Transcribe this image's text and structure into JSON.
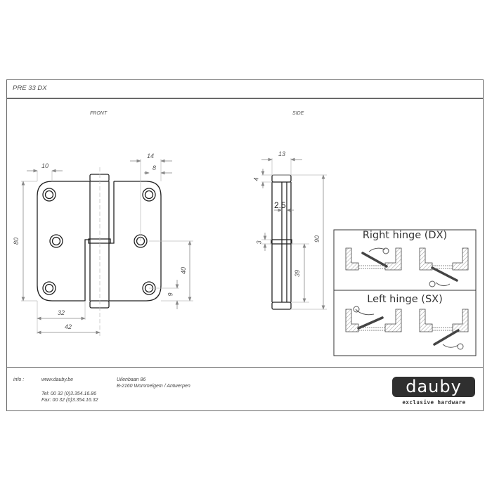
{
  "header": {
    "reference": "PRE 33 DX"
  },
  "views": {
    "front_label": "FRONT",
    "side_label": "SIDE"
  },
  "dimensions": {
    "front": {
      "hole_offset_left": "10",
      "leaf_width_right": "14",
      "hole_offset_right": "8",
      "height": "80",
      "hole_spacing": "40",
      "hole_bottom_offset": "9",
      "leaf_width_left": "32",
      "pin_center_offset": "42"
    },
    "side": {
      "thickness": "13",
      "cap_height": "4",
      "leaf_thickness": "2.5",
      "washer": "3",
      "lower_knuckle": "39",
      "total_height": "90"
    }
  },
  "orientation_box": {
    "right_title": "Right hinge (DX)",
    "left_title": "Left hinge (SX)"
  },
  "footer": {
    "info_label": "info :",
    "website": "www.dauby.be",
    "tel": "Tel: 00 32 (0)3.354.16.86",
    "fax": "Fax: 00 32 (0)3.354.16.32",
    "street": "Uilenbaan 86",
    "city": "B-2160 Wommelgem / Antwerpen"
  },
  "brand": {
    "logo_text": "dauby",
    "tagline": "exclusive hardware",
    "logo_bg": "#2f2f2f"
  }
}
